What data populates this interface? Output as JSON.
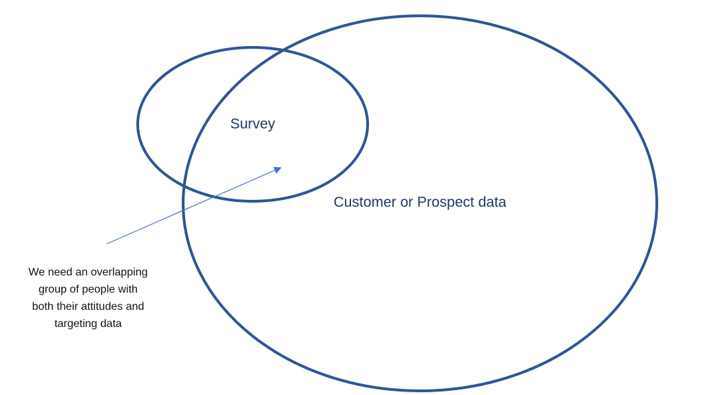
{
  "colors": {
    "circle_stroke": "#2f5597",
    "arrow_stroke": "#4472c4",
    "label_text": "#1f3864",
    "note_text": "#111111"
  },
  "sets": {
    "survey": {
      "label": "Survey"
    },
    "customer": {
      "label": "Customer or Prospect data"
    }
  },
  "annotation": {
    "lines": [
      "We need an overlapping",
      "group of people with",
      "both their attitudes and",
      "targeting data"
    ]
  }
}
